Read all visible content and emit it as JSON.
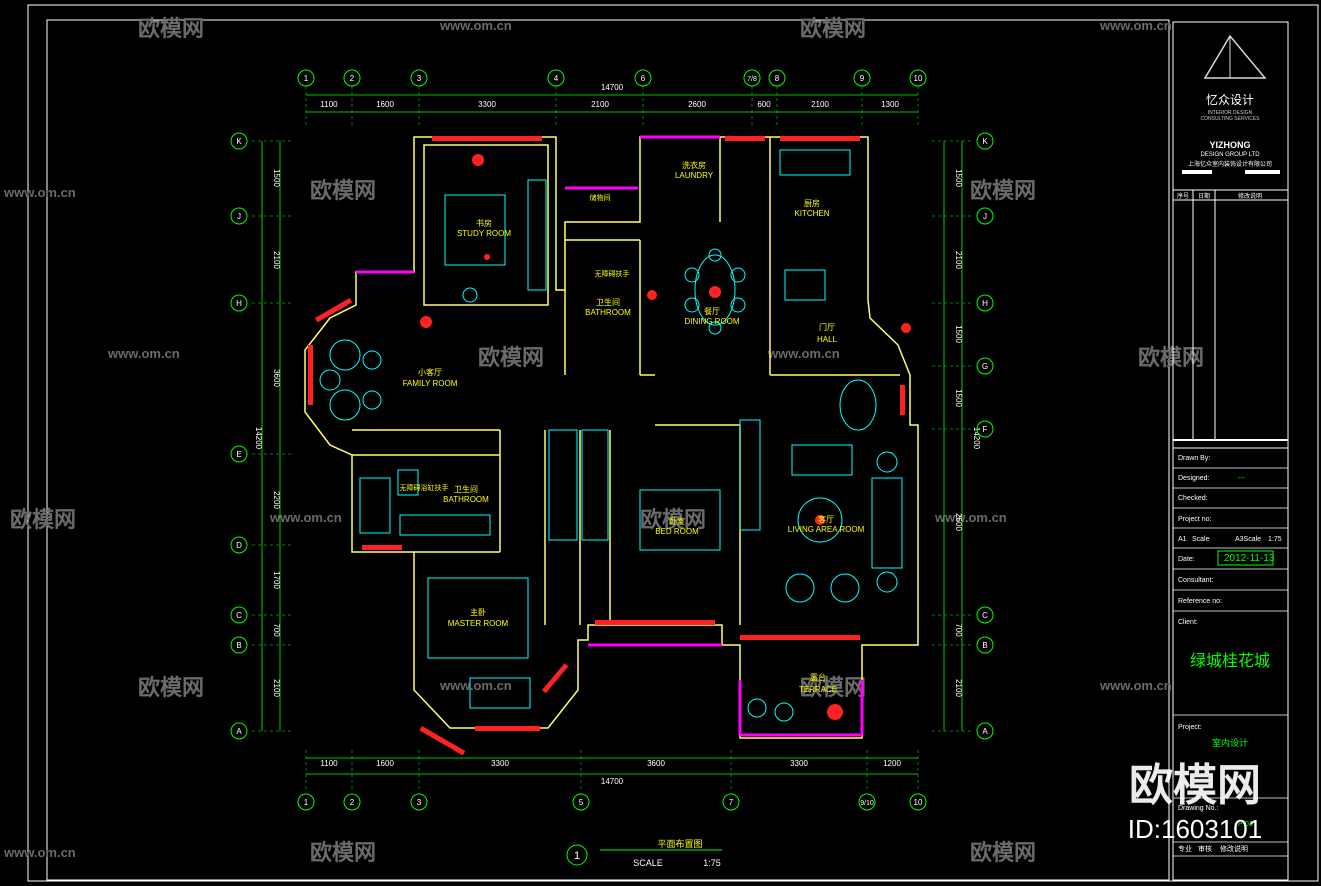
{
  "drawing": {
    "title_cn": "平面布置图",
    "scale_label": "SCALE",
    "scale_value": "1:75",
    "sheet_no": "1"
  },
  "axes": {
    "top": [
      "1",
      "2",
      "3",
      "4",
      "6",
      "7/8",
      "8",
      "9",
      "10"
    ],
    "bottom": [
      "1",
      "2",
      "3",
      "5",
      "7",
      "9/10",
      "10"
    ],
    "left": [
      "K",
      "J",
      "H",
      "E",
      "D",
      "C",
      "B",
      "A"
    ],
    "right": [
      "K",
      "J",
      "H",
      "G",
      "F",
      "C",
      "B",
      "A"
    ]
  },
  "dimensions": {
    "top_total": "14700",
    "top": [
      "1100",
      "1600",
      "3300",
      "2100",
      "2600",
      "600",
      "2100",
      "1300"
    ],
    "bottom_total": "14700",
    "bottom": [
      "1100",
      "1600",
      "3300",
      "3600",
      "3300",
      "1200"
    ],
    "left": [
      "1500",
      "2100",
      "3600",
      "14200",
      "2200",
      "1700",
      "700",
      "2100"
    ],
    "right": [
      "1500",
      "2100",
      "1500",
      "1500",
      "14200",
      "2600",
      "700",
      "2100"
    ]
  },
  "rooms": {
    "study_cn": "书房",
    "study_en": "STUDY ROOM",
    "laundry_cn": "洗衣房",
    "laundry_en": "LAUNDRY",
    "kitchen_cn": "厨房",
    "kitchen_en": "KITCHEN",
    "bath1_cn": "卫生间",
    "bath1_en": "BATHROOM",
    "dining_cn": "餐厅",
    "dining_en": "DINING ROOM",
    "hall_cn": "门厅",
    "hall_en": "HALL",
    "family_cn": "小客厅",
    "family_en": "FAMILY ROOM",
    "bath2_cn": "卫生间",
    "bath2_en": "BATHROOM",
    "bed_cn": "卧室",
    "bed_en": "BED ROOM",
    "living_cn": "客厅",
    "living_en": "LIVING AREA ROOM",
    "master_cn": "主卧",
    "master_en": "MASTER ROOM",
    "terrace_cn": "露台",
    "terrace_en": "TERRACE",
    "note1": "无障碍扶手",
    "note2": "无障碍浴缸扶手",
    "note3": "储物间"
  },
  "title_block": {
    "company_cn": "忆众设计",
    "company_sub1": "INTERIOR DESIGN",
    "company_sub2": "CONSULTING SERVICES",
    "company_en": "YIZHONG",
    "company_en2": "DESIGN GROUP LTD",
    "company_addr": "上海忆众室内装饰设计有限公司",
    "rev_headers": [
      "序号",
      "日期",
      "修改说明"
    ],
    "drawn_by": "Drawn By:",
    "designed": "Designed:",
    "designed_val": "---",
    "checked": "Checked:",
    "project_no": "Project no:",
    "a1": "A1",
    "scale": "Scale",
    "a3scale": "A3Scale",
    "scale_val": "1:75",
    "date": "Date:",
    "date_val": "2012-11-13",
    "consultant": "Consultant:",
    "reference": "Reference no:",
    "client": "Client:",
    "client_val": "绿城桂花城",
    "project": "Project:",
    "project_val": "室内设计",
    "drawing_no": "Drawing No.:",
    "drawing_no_val": "P-03",
    "footer": [
      "专业",
      "审核",
      "修改说明"
    ]
  },
  "watermark": {
    "brand": "欧模网",
    "url": "www.om.cn",
    "big_brand": "欧模网",
    "id": "ID:1603101"
  },
  "colors": {
    "background": "#000000",
    "frame": "#ffffff",
    "wall": "#ffff66",
    "dimension": "#00ff00",
    "furniture": "#00ffff",
    "window": "#ff2222",
    "partition": "#ff00ff",
    "label": "#ffff00"
  }
}
